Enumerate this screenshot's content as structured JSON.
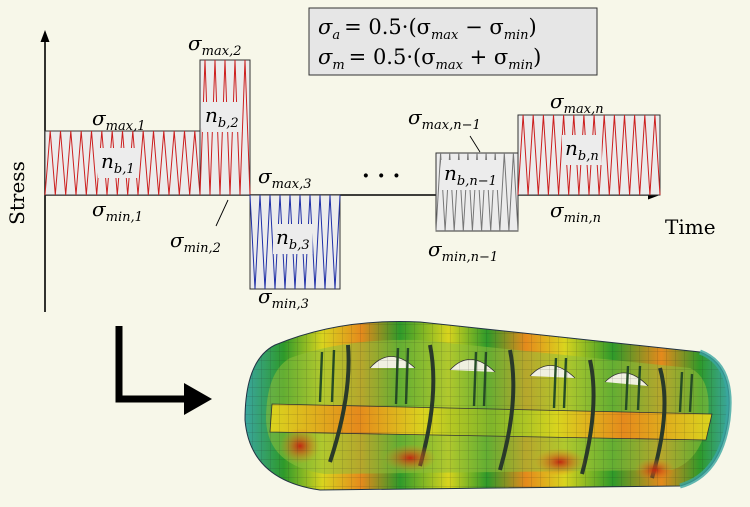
{
  "axes": {
    "y_label": "Stress",
    "x_label": "Time"
  },
  "formulas": [
    {
      "lhs": "σ",
      "lhs_sub": "a",
      "rhs": "= 0.5·(σ",
      "s1": "max",
      "mid": " − σ",
      "s2": "min",
      "end": ")"
    },
    {
      "lhs": "σ",
      "lhs_sub": "m",
      "rhs": "= 0.5·(σ",
      "s1": "max",
      "mid": " + σ",
      "s2": "min",
      "end": ")"
    }
  ],
  "blocks": [
    {
      "id": "1",
      "color": "#cc1f1f",
      "max_sub": "max,1",
      "min_sub": "min,1",
      "n_sub": "b,1"
    },
    {
      "id": "2",
      "color": "#cc1f1f",
      "max_sub": "max,2",
      "min_sub": "min,2",
      "n_sub": "b,2"
    },
    {
      "id": "3",
      "color": "#1f2fa6",
      "max_sub": "max,3",
      "min_sub": "min,3",
      "n_sub": "b,3"
    },
    {
      "id": "n-1",
      "color": "#777777",
      "max_sub": "max,n−1",
      "min_sub": "min,n−1",
      "n_sub": "b,n−1"
    },
    {
      "id": "n",
      "color": "#cc1f1f",
      "max_sub": "max,n",
      "min_sub": "min,n",
      "n_sub": "b,n"
    }
  ],
  "symbols": {
    "sigma": "σ",
    "n": "n",
    "ellipsis": "· · ·"
  },
  "colors": {
    "background": "#f7f7e9",
    "block_fill": "#ececec",
    "fem_red": "#d43a1a",
    "fem_orange": "#e58a1c",
    "fem_yellow": "#d9d41e",
    "fem_green": "#2e9a2a",
    "fem_teal": "#3aa6a0"
  },
  "icons": {
    "arrow": "right-angle-arrow-icon",
    "model": "fuselage-fem-model"
  }
}
